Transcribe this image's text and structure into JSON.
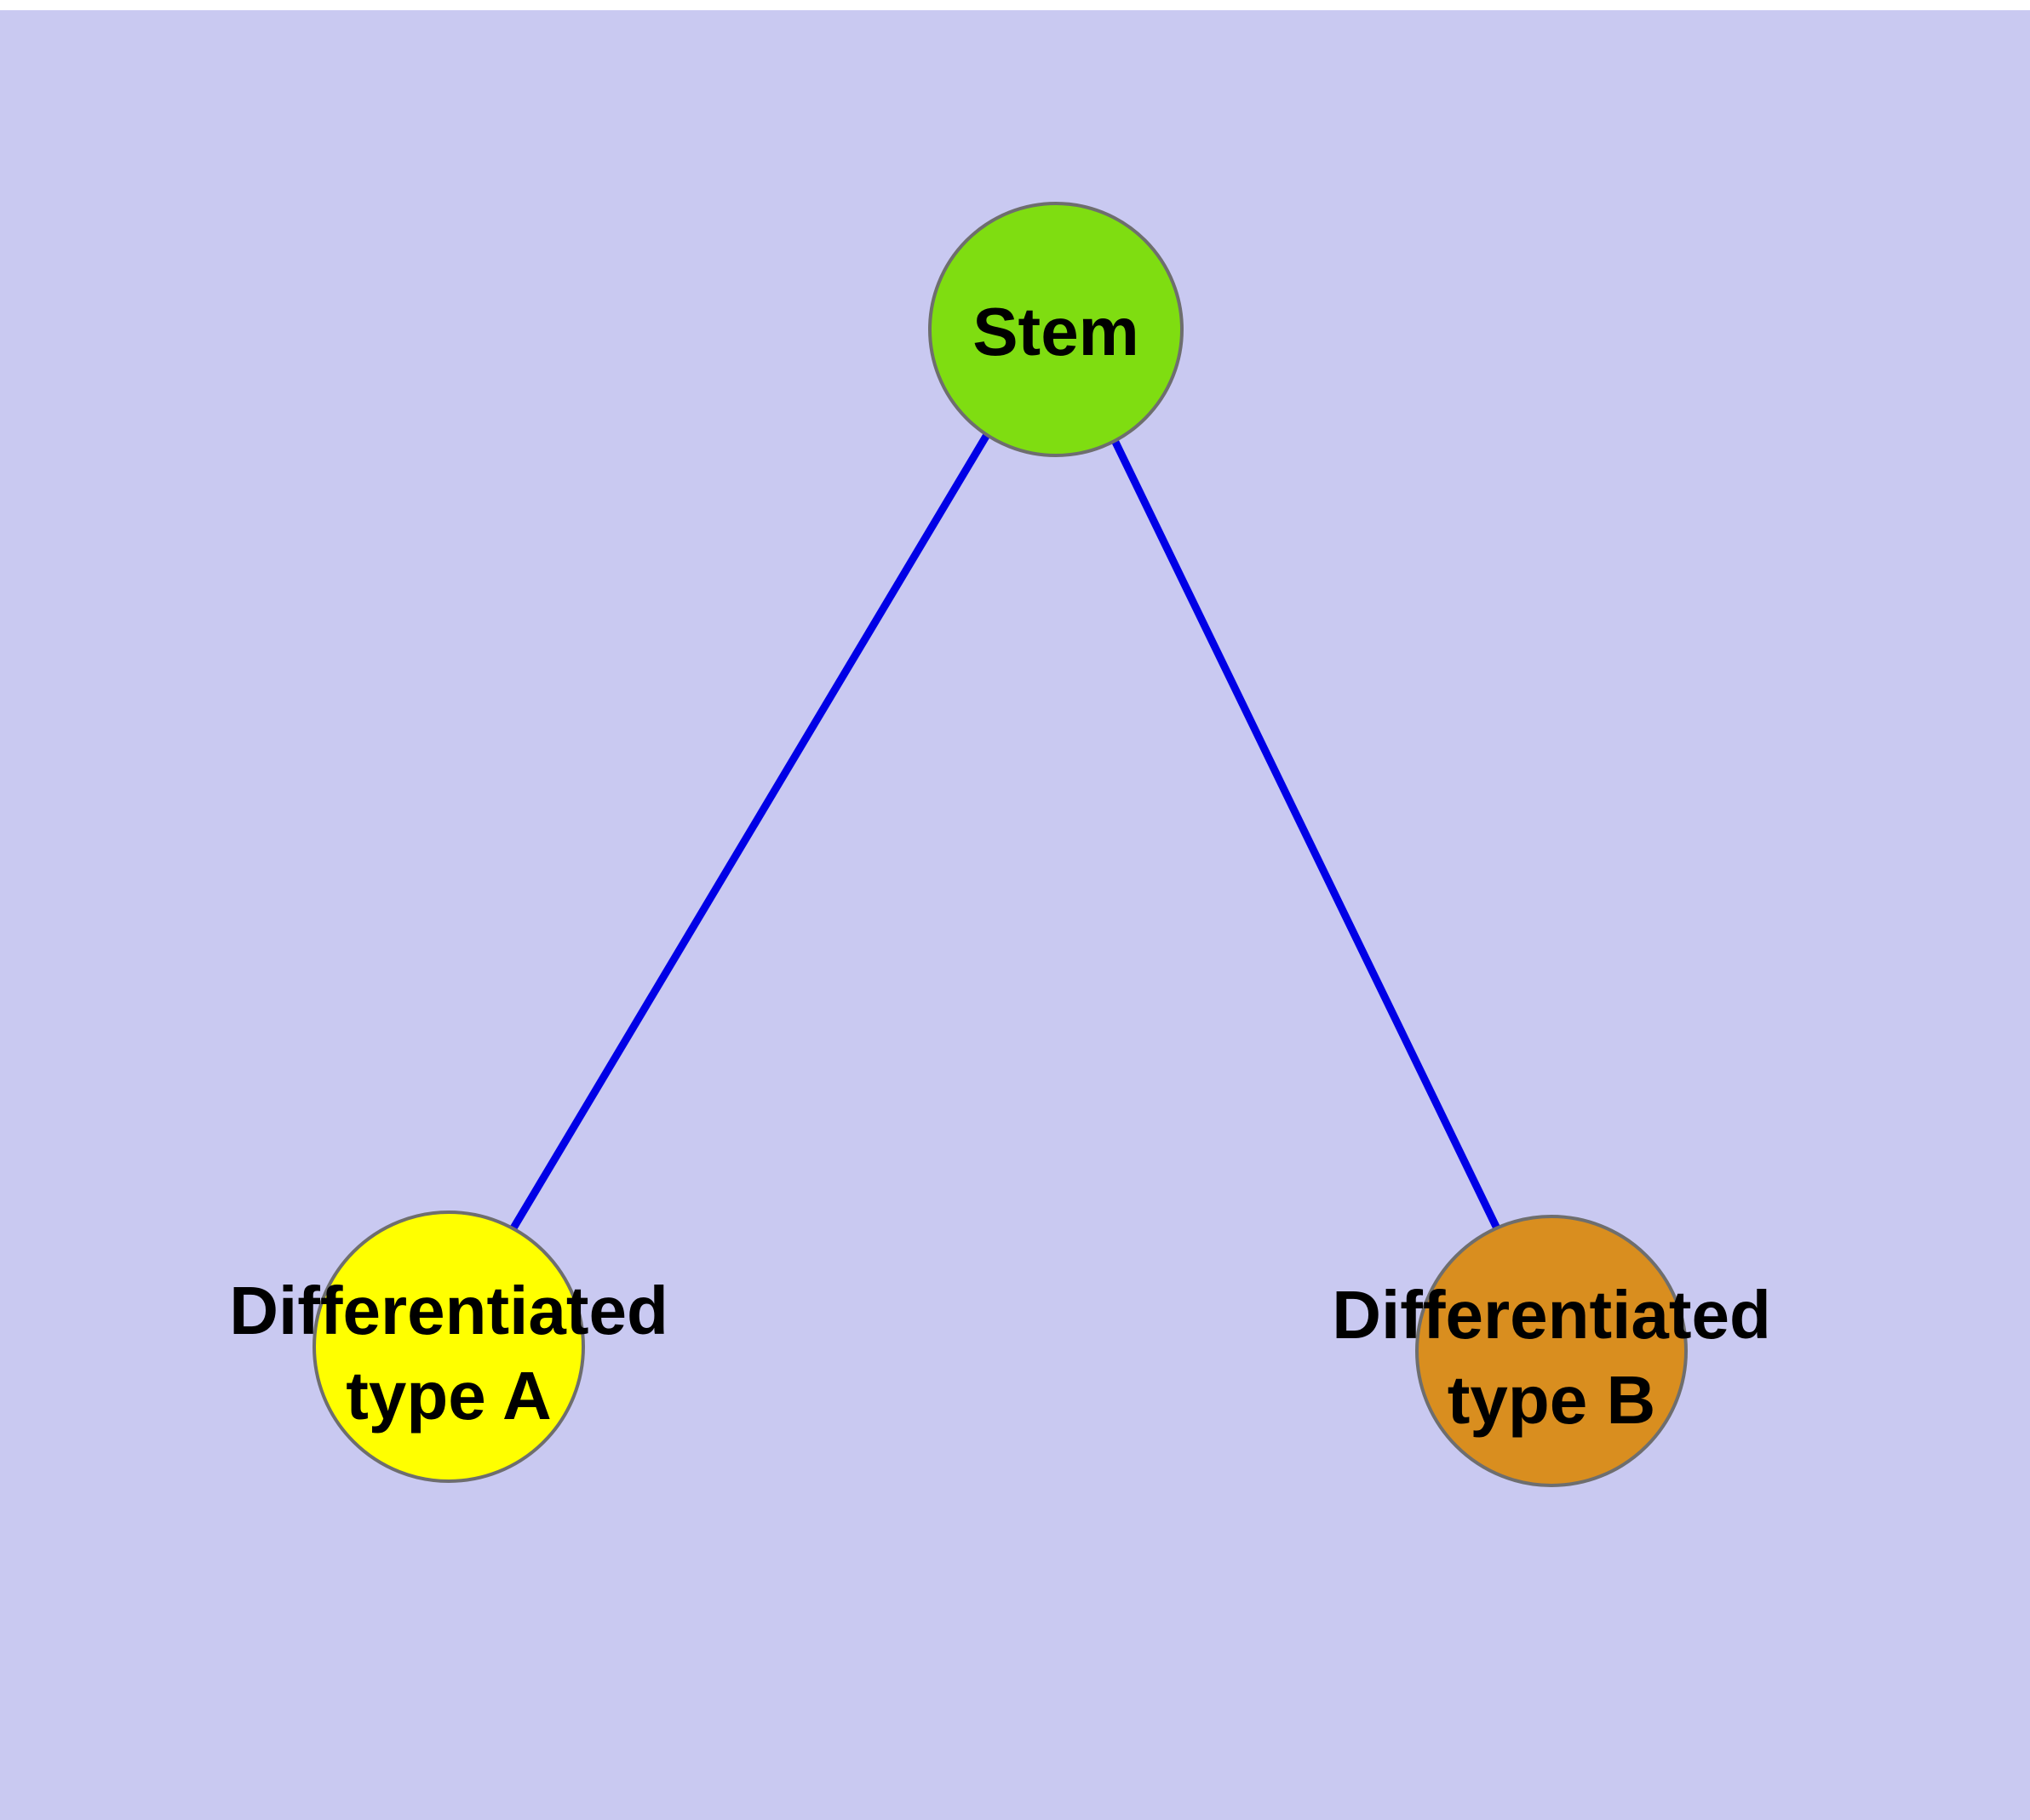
{
  "diagram": {
    "background": "#c9c9f1",
    "edge_color": "#0000e6",
    "node_border_color": "#6e6e6e",
    "nodes": [
      {
        "id": "stem",
        "label_line1": "Stem",
        "label_line2": "",
        "fill": "#7fdd11"
      },
      {
        "id": "differentiated-type-a",
        "label_line1": "Differentiated",
        "label_line2": "type A",
        "fill": "#ffff00"
      },
      {
        "id": "differentiated-type-b",
        "label_line1": "Differentiated",
        "label_line2": "type B",
        "fill": "#d98e1f"
      }
    ],
    "edges": [
      {
        "from": "stem",
        "to": "differentiated-type-a"
      },
      {
        "from": "stem",
        "to": "differentiated-type-b"
      }
    ]
  }
}
